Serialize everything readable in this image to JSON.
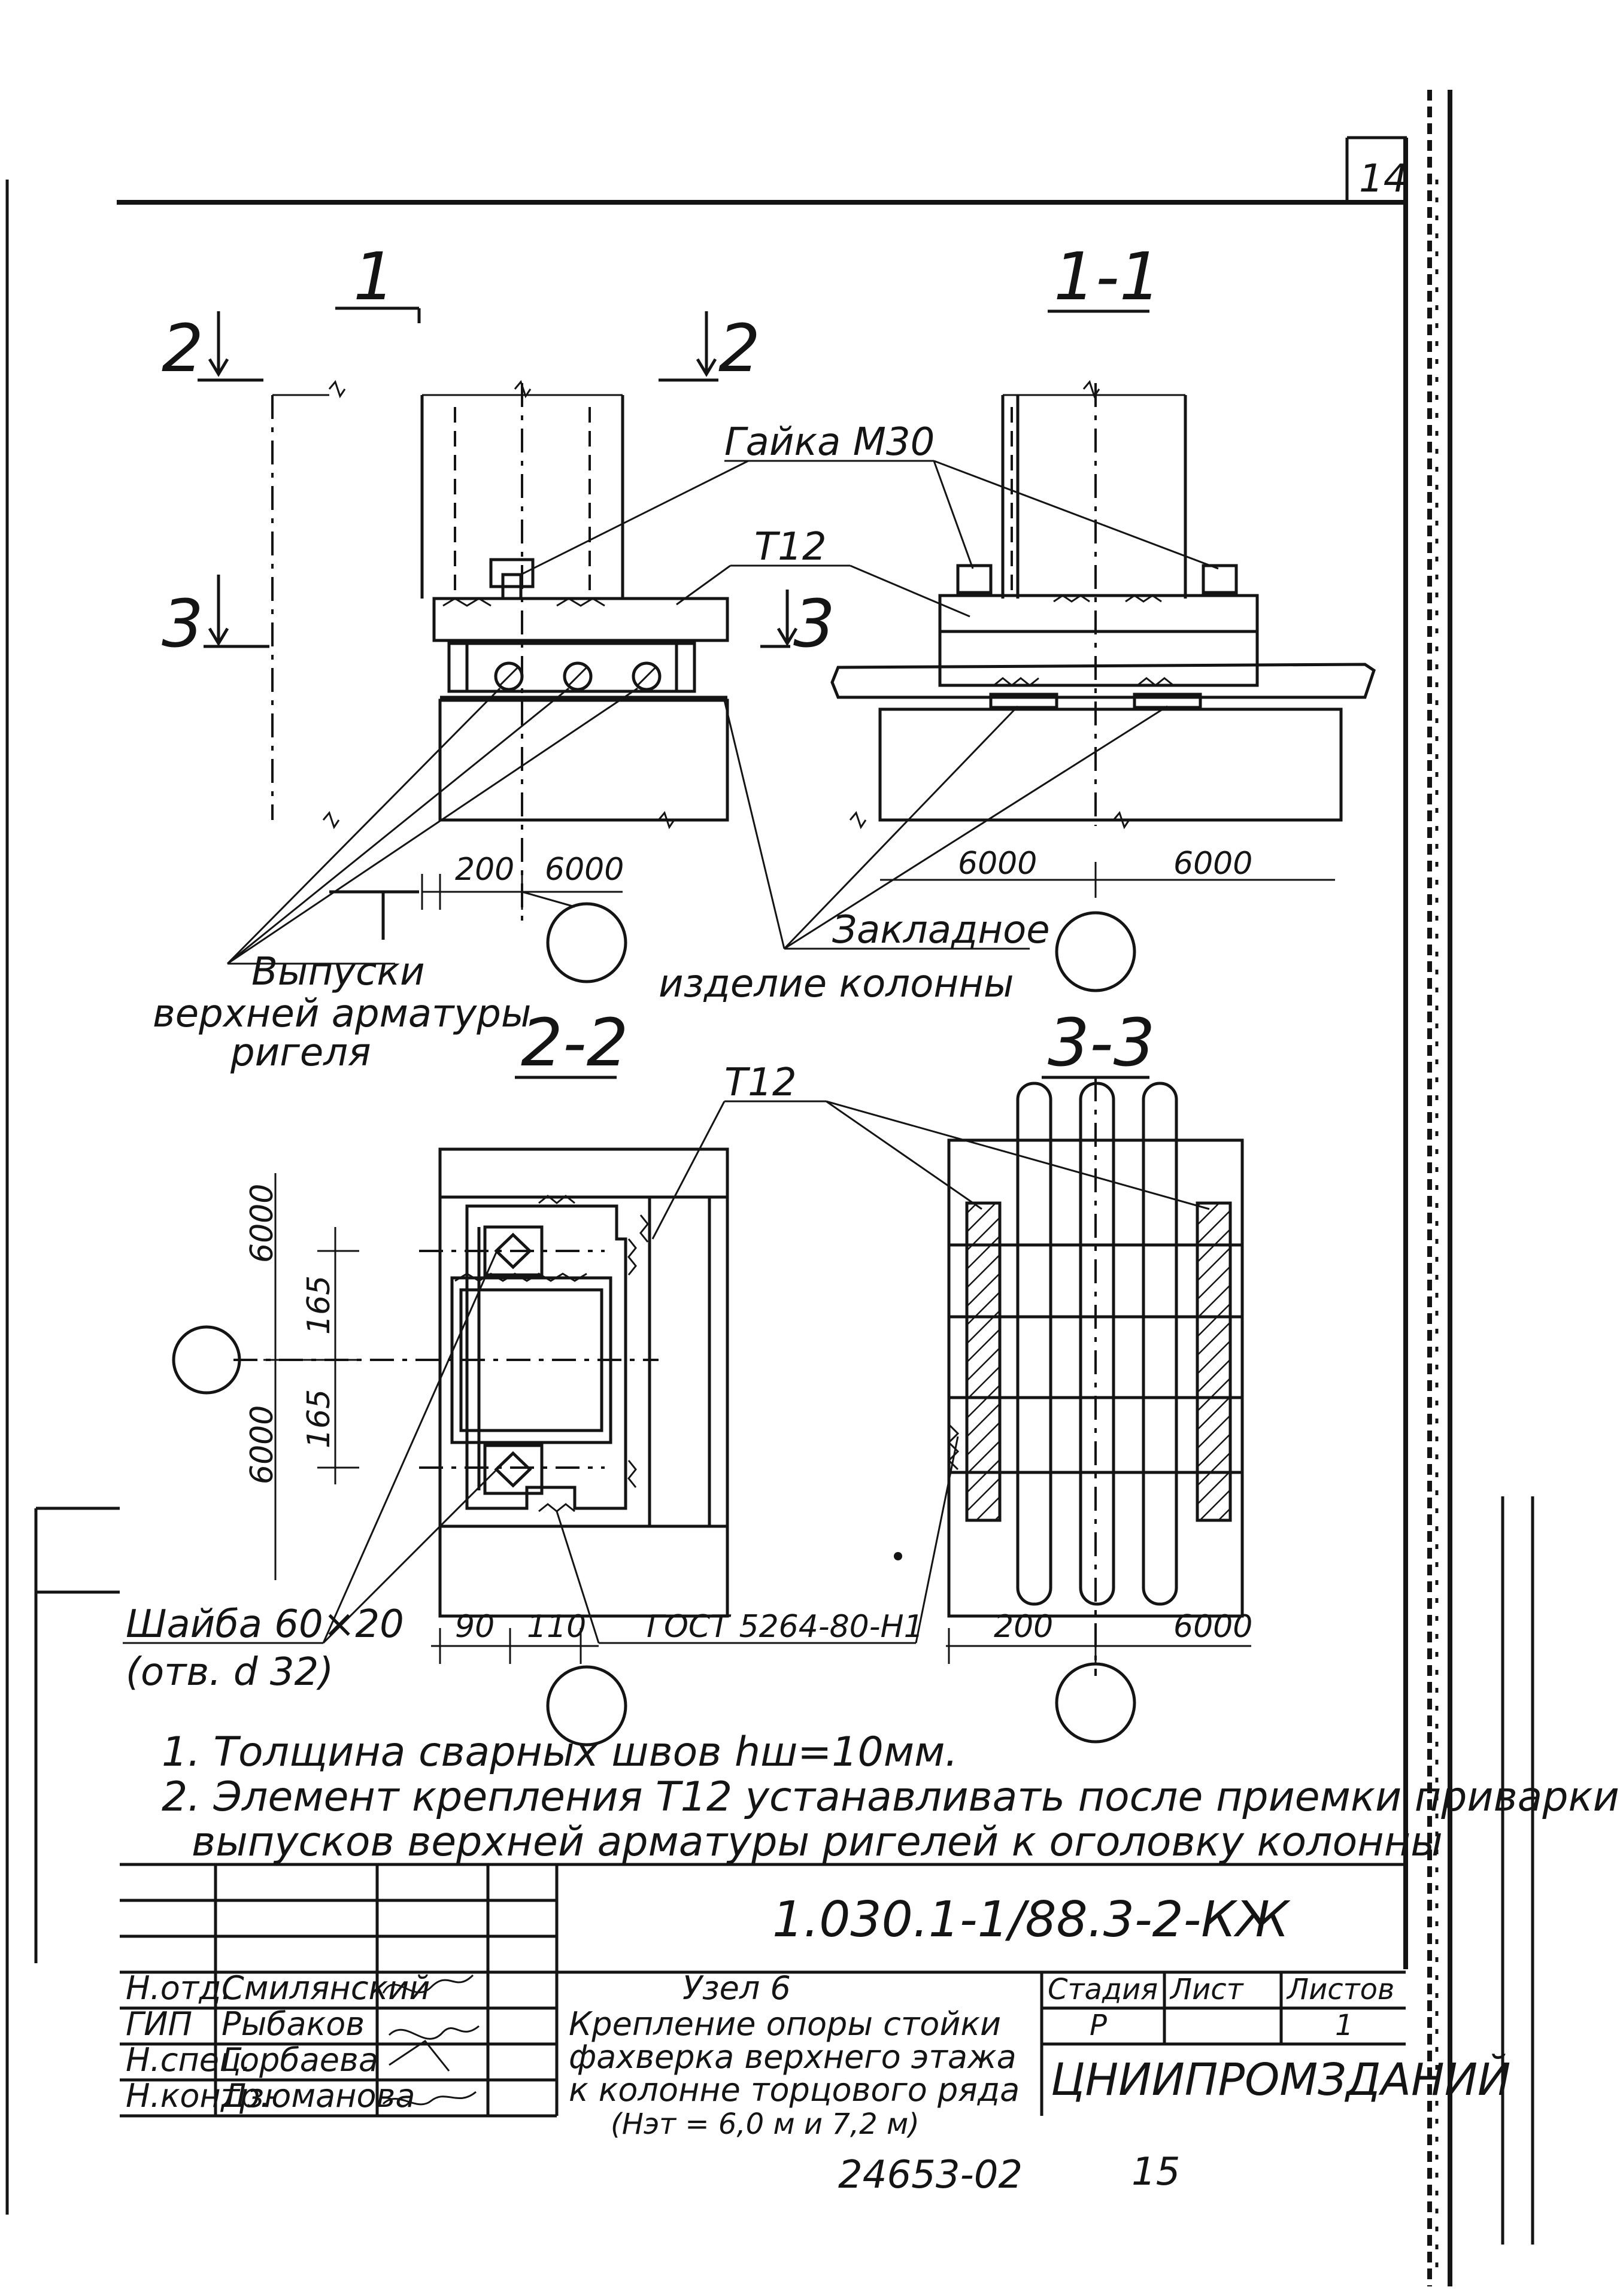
{
  "sheet": {
    "page_number": "14",
    "bottom_number": "24653-02",
    "bottom_sheet": "15"
  },
  "views": {
    "elevation": {
      "section_1": "1",
      "section_2_left": "2",
      "section_2_right": "2",
      "section_3_left": "3",
      "section_3_right": "3",
      "dim_left": "200",
      "dim_right": "6000"
    },
    "section_1_1": {
      "title": "1-1",
      "dim_left": "6000",
      "dim_right": "6000"
    },
    "section_2_2": {
      "title": "2-2",
      "dim_top": "6000",
      "dim_bottom": "6000",
      "dim_165_top": "165",
      "dim_165_bottom": "165",
      "dim_90": "90",
      "dim_110": "110"
    },
    "section_3_3": {
      "title": "3-3",
      "dim_left": "200",
      "dim_right": "6000"
    }
  },
  "callouts": {
    "nut": "Гайка М30",
    "t12_top": "Т12",
    "t12_mid": "Т12",
    "embedded_line1": "Закладное",
    "embedded_line2": "изделие колонны",
    "bars_line1": "Выпуски",
    "bars_line2": "верхней арматуры",
    "bars_line3": "ригеля",
    "washer_line1": "Шайба 60×20",
    "washer_line2": "(отв. d 32)",
    "gost": "ГОСТ 5264-80-Н1"
  },
  "notes": [
    "1. Толщина сварных швов hш=10мм.",
    "2. Элемент крепления Т12 устанавливать после приемки приварки",
    "выпусков верхней арматуры ригелей к оголовку колонны"
  ],
  "title_block": {
    "doc_code": "1.030.1-1/88.3-2-КЖ",
    "roles": [
      "Н.отд.",
      "ГИП",
      "Н.спец.",
      "Н.контр."
    ],
    "names": [
      "Смилянский",
      "Рыбаков",
      "Горбаева",
      "Дзюманова"
    ],
    "title_lines": [
      "Узел 6",
      "Крепление опоры стойки",
      "фахверка верхнего этажа",
      "к колонне торцового ряда",
      "(Нэт = 6,0 м и 7,2 м)"
    ],
    "stage_label": "Стадия",
    "sheet_label": "Лист",
    "sheets_label": "Листов",
    "stage": "Р",
    "sheet": "",
    "sheets": "1",
    "organization": "ЦНИИПРОМЗДАНИЙ"
  }
}
